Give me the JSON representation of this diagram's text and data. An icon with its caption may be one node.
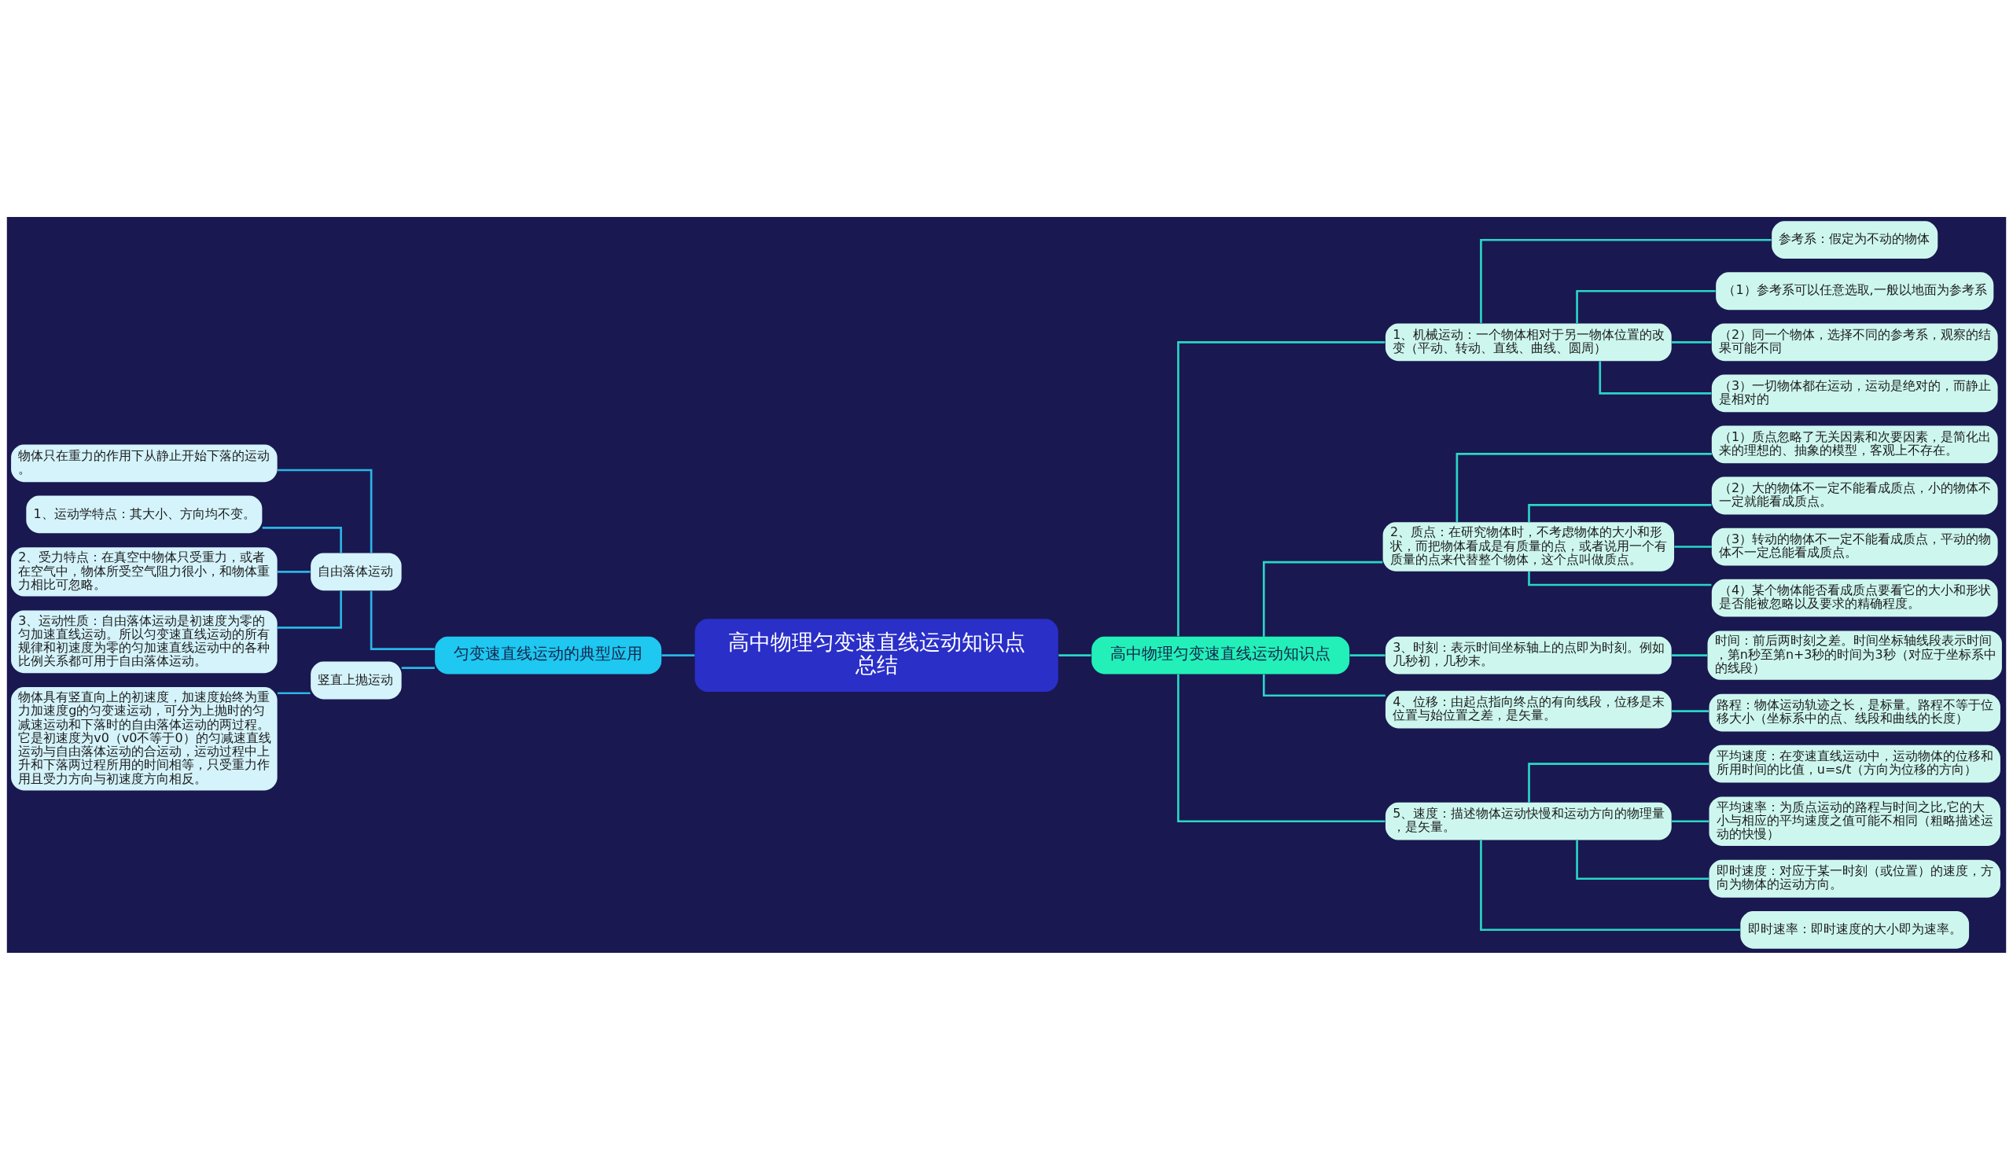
{
  "diagram": {
    "nodes": [
      {
        "text": [
          "高中物理匀变速直线运动知识点总结"
        ]
      },
      {
        "text": [
          "匀变速直线运动的典型应用"
        ]
      },
      {
        "text": [
          "自由落体运动"
        ]
      },
      {
        "text": [
          "物体只在重力的作用下从静止开始下落的运动。"
        ]
      },
      {
        "text": [
          "1、运动学特点：其大小、方向均不变。"
        ]
      },
      {
        "text": [
          "2、受力特点：在真空中物体只受重力，或者在空气中，物体所受空气阻力很小，和物体重力相比可忽略。"
        ]
      },
      {
        "text": [
          "3、运动性质：自由落体运动是初速度为零的匀加速直线运动。所以匀变速直线运动的所有规律和初速度为零的匀加速直线运动中的各种比例关系都可用于自由落体运动。"
        ]
      },
      {
        "text": [
          "竖直上抛运动"
        ]
      },
      {
        "text": [
          "物体具有竖直向上的初速度，加速度始终为重力加速度g的匀变速运动，可分为上抛时的匀减速运动和下落时的自由落体运动的两过程。它是初速度为v0（v0不等于0）的匀减速直线运动与自由落体运动的合运动，运动过程中上升和下落两过程所用的时间相等，只受重力作用且受力方向与初速度方向相反。"
        ]
      },
      {
        "text": [
          "高中物理匀变速直线运动知识点"
        ]
      },
      {
        "text": [
          "1、机械运动：一个物体相对于另一物体位置的改变（平动、转动、直线、曲线、圆周）"
        ]
      },
      {
        "text": [
          "参考系：假定为不动的物体"
        ]
      },
      {
        "text": [
          "（1）参考系可以任意选取,一般以地面为参考系"
        ]
      },
      {
        "text": [
          "（2）同一个物体，选择不同的参考系，观察的结果可能不同"
        ]
      },
      {
        "text": [
          "（3）一切物体都在运动，运动是绝对的，而静止是相对的"
        ]
      },
      {
        "text": [
          "2、质点：在研究物体时，不考虑物体的大小和形状，而把物体看成是有质量的点，或者说用一个有质量的点来代替整个物体，这个点叫做质点。"
        ]
      },
      {
        "text": [
          "（1）质点忽略了无关因素和次要因素，是简化出来的理想的、抽象的模型，客观上不存在。"
        ]
      },
      {
        "text": [
          "（2）大的物体不一定不能看成质点，小的物体不一定就能看成质点。"
        ]
      },
      {
        "text": [
          "（3）转动的物体不一定不能看成质点，平动的物体不一定总能看成质点。"
        ]
      },
      {
        "text": [
          "（4）某个物体能否看成质点要看它的大小和形状是否能被忽略以及要求的精确程度。"
        ]
      },
      {
        "text": [
          "3、时刻：表示时间坐标轴上的点即为时刻。例如几秒初，几秒末。"
        ]
      },
      {
        "text": [
          "时间：前后两时刻之差。时间坐标轴线段表示时间，第n秒至第n+3秒的时间为3秒（对应于坐标系中的线段）"
        ]
      },
      {
        "text": [
          "4、位移：由起点指向终点的有向线段，位移是末位置与始位置之差，是矢量。"
        ]
      },
      {
        "text": [
          "路程：物体运动轨迹之长，是标量。路程不等于位移大小（坐标系中的点、线段和曲线的长度）"
        ]
      },
      {
        "text": [
          "5、速度：描述物体运动快慢和运动方向的物理量，是矢量。"
        ]
      },
      {
        "text": [
          "平均速度：在变速直线运动中，运动物体的位移和所用时间的比值，u=s/t（方向为位移的方向）"
        ]
      },
      {
        "text": [
          "平均速率：为质点运动的路程与时间之比,它的大小与相应的平均速度之值可能不相同（粗略描述运动的快慢）"
        ]
      },
      {
        "text": [
          "即时速度：对应于某一时刻（或位置）的速度，方向为物体的运动方向。"
        ]
      },
      {
        "text": [
          "即时速率：即时速度的大小即为速率。"
        ]
      }
    ],
    "edges": [
      {
        "from": 1,
        "to": 0,
        "arrow": "none",
        "color": "#29b6e6"
      },
      {
        "from": 2,
        "to": 1,
        "arrow": "none",
        "color": "#29b6e6"
      },
      {
        "from": 3,
        "to": 2,
        "arrow": "none",
        "color": "#29b6e6"
      },
      {
        "from": 4,
        "to": 2,
        "arrow": "none",
        "color": "#29b6e6"
      },
      {
        "from": 5,
        "to": 2,
        "arrow": "none",
        "color": "#29b6e6"
      },
      {
        "from": 6,
        "to": 2,
        "arrow": "none",
        "color": "#29b6e6"
      },
      {
        "from": 7,
        "to": 1,
        "arrow": "none",
        "color": "#29b6e6"
      },
      {
        "from": 8,
        "to": 7,
        "arrow": "none",
        "color": "#29b6e6"
      },
      {
        "from": 0,
        "to": 9,
        "arrow": "none"
      },
      {
        "from": 9,
        "to": 10,
        "arrow": "none"
      },
      {
        "from": 10,
        "to": 11,
        "arrow": "none"
      },
      {
        "from": 10,
        "to": 12,
        "arrow": "none"
      },
      {
        "from": 10,
        "to": 13,
        "arrow": "none"
      },
      {
        "from": 10,
        "to": 14,
        "arrow": "none"
      },
      {
        "from": 9,
        "to": 15,
        "arrow": "none"
      },
      {
        "from": 15,
        "to": 16,
        "arrow": "none"
      },
      {
        "from": 15,
        "to": 17,
        "arrow": "none"
      },
      {
        "from": 15,
        "to": 18,
        "arrow": "none"
      },
      {
        "from": 15,
        "to": 19,
        "arrow": "none"
      },
      {
        "from": 9,
        "to": 20,
        "arrow": "none"
      },
      {
        "from": 20,
        "to": 21,
        "arrow": "none"
      },
      {
        "from": 9,
        "to": 22,
        "arrow": "none"
      },
      {
        "from": 22,
        "to": 23,
        "arrow": "none"
      },
      {
        "from": 9,
        "to": 24,
        "arrow": "none"
      },
      {
        "from": 24,
        "to": 25,
        "arrow": "none"
      },
      {
        "from": 24,
        "to": 26,
        "arrow": "none"
      },
      {
        "from": 24,
        "to": 27,
        "arrow": "none"
      },
      {
        "from": 24,
        "to": 28,
        "arrow": "none"
      }
    ]
  }
}
